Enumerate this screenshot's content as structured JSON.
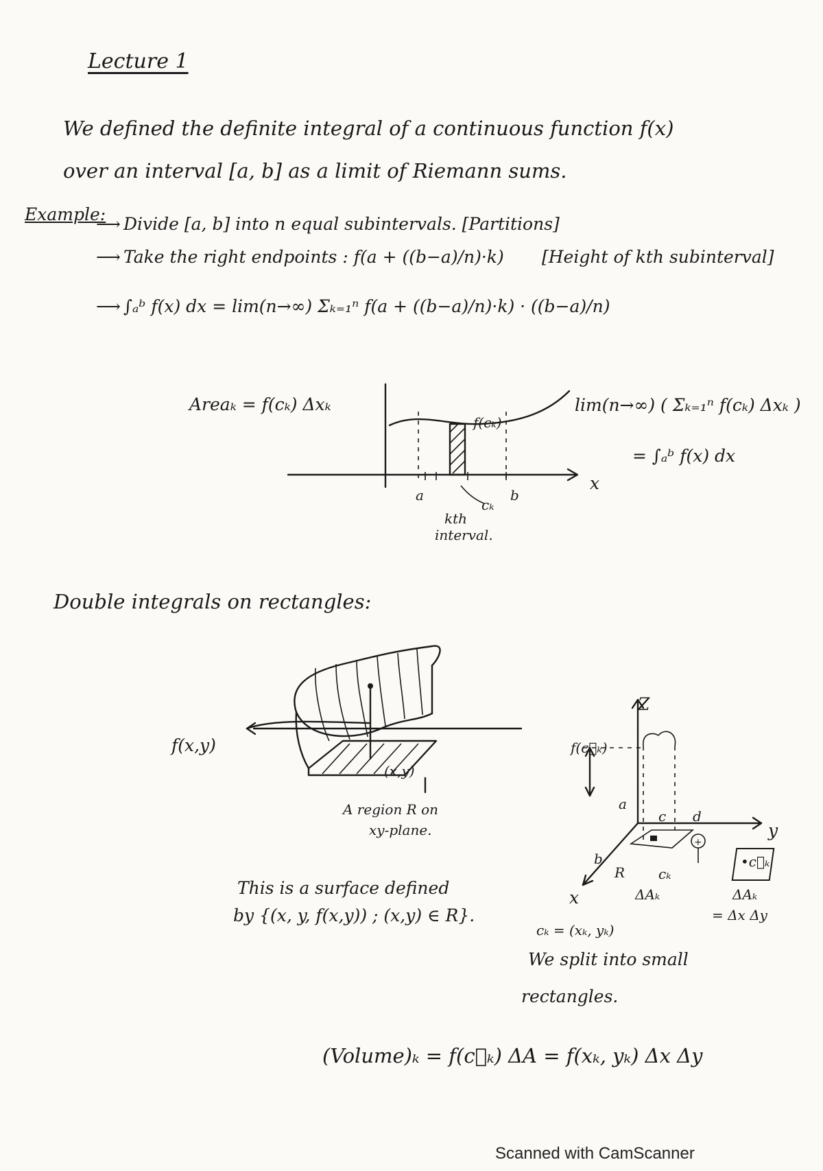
{
  "title": "Lecture 1",
  "intro_line1": "We defined the definite integral of a continuous function f(x)",
  "intro_line2": "over an interval [a, b] as a limit of Riemann sums.",
  "example_label": "Example:",
  "step1": "Divide [a, b] into n equal subintervals. [Partitions]",
  "step2_a": "Take the right endpoints : f(a + ((b−a)/n)·k)",
  "step2_b": "[Height of kth subinterval]",
  "step3": "∫ₐᵇ f(x) dx = lim(n→∞) Σₖ₌₁ⁿ f(a + ((b−a)/n)·k) · ((b−a)/n)",
  "area_formula": "Areaₖ = f(cₖ) Δxₖ",
  "limit_formula_1": "lim(n→∞) ( Σₖ₌₁ⁿ f(cₖ) Δxₖ )",
  "limit_formula_2": "= ∫ₐᵇ f(x) dx",
  "graph1": {
    "x_axis": "x",
    "label_a": "a",
    "label_b": "b",
    "label_fck": "f(cₖ)",
    "label_ck": "cₖ",
    "label_kth": "kth",
    "label_interval": "interval."
  },
  "section_heading": "Double integrals on rectangles:",
  "graph2": {
    "label_fxy": "f(x,y)",
    "label_xy": "(x,y)",
    "region_caption_1": "A region R on",
    "region_caption_2": "xy-plane.",
    "surface_caption_1": "This is a surface defined",
    "surface_caption_2": "by {(x, y, f(x,y)) ; (x,y) ∈ R}."
  },
  "graph3": {
    "axis_z": "Z",
    "axis_y": "y",
    "axis_x": "x",
    "label_f": "f(c⃗ₖ)",
    "label_a": "a",
    "label_b": "b",
    "label_c": "c",
    "label_d": "d",
    "label_R": "R",
    "label_dAk": "ΔAₖ",
    "label_ck": "cₖ",
    "box_label": "•c⃗ₖ",
    "dA_eq_1": "ΔAₖ",
    "dA_eq_2": "= Δx Δy",
    "ck_def": "cₖ = (xₖ, yₖ)",
    "split_1": "We split into small",
    "split_2": "rectangles."
  },
  "volume_formula": "(Volume)ₖ = f(c⃗ₖ) ΔA = f(xₖ, yₖ) Δx Δy",
  "footer": "Scanned with CamScanner"
}
